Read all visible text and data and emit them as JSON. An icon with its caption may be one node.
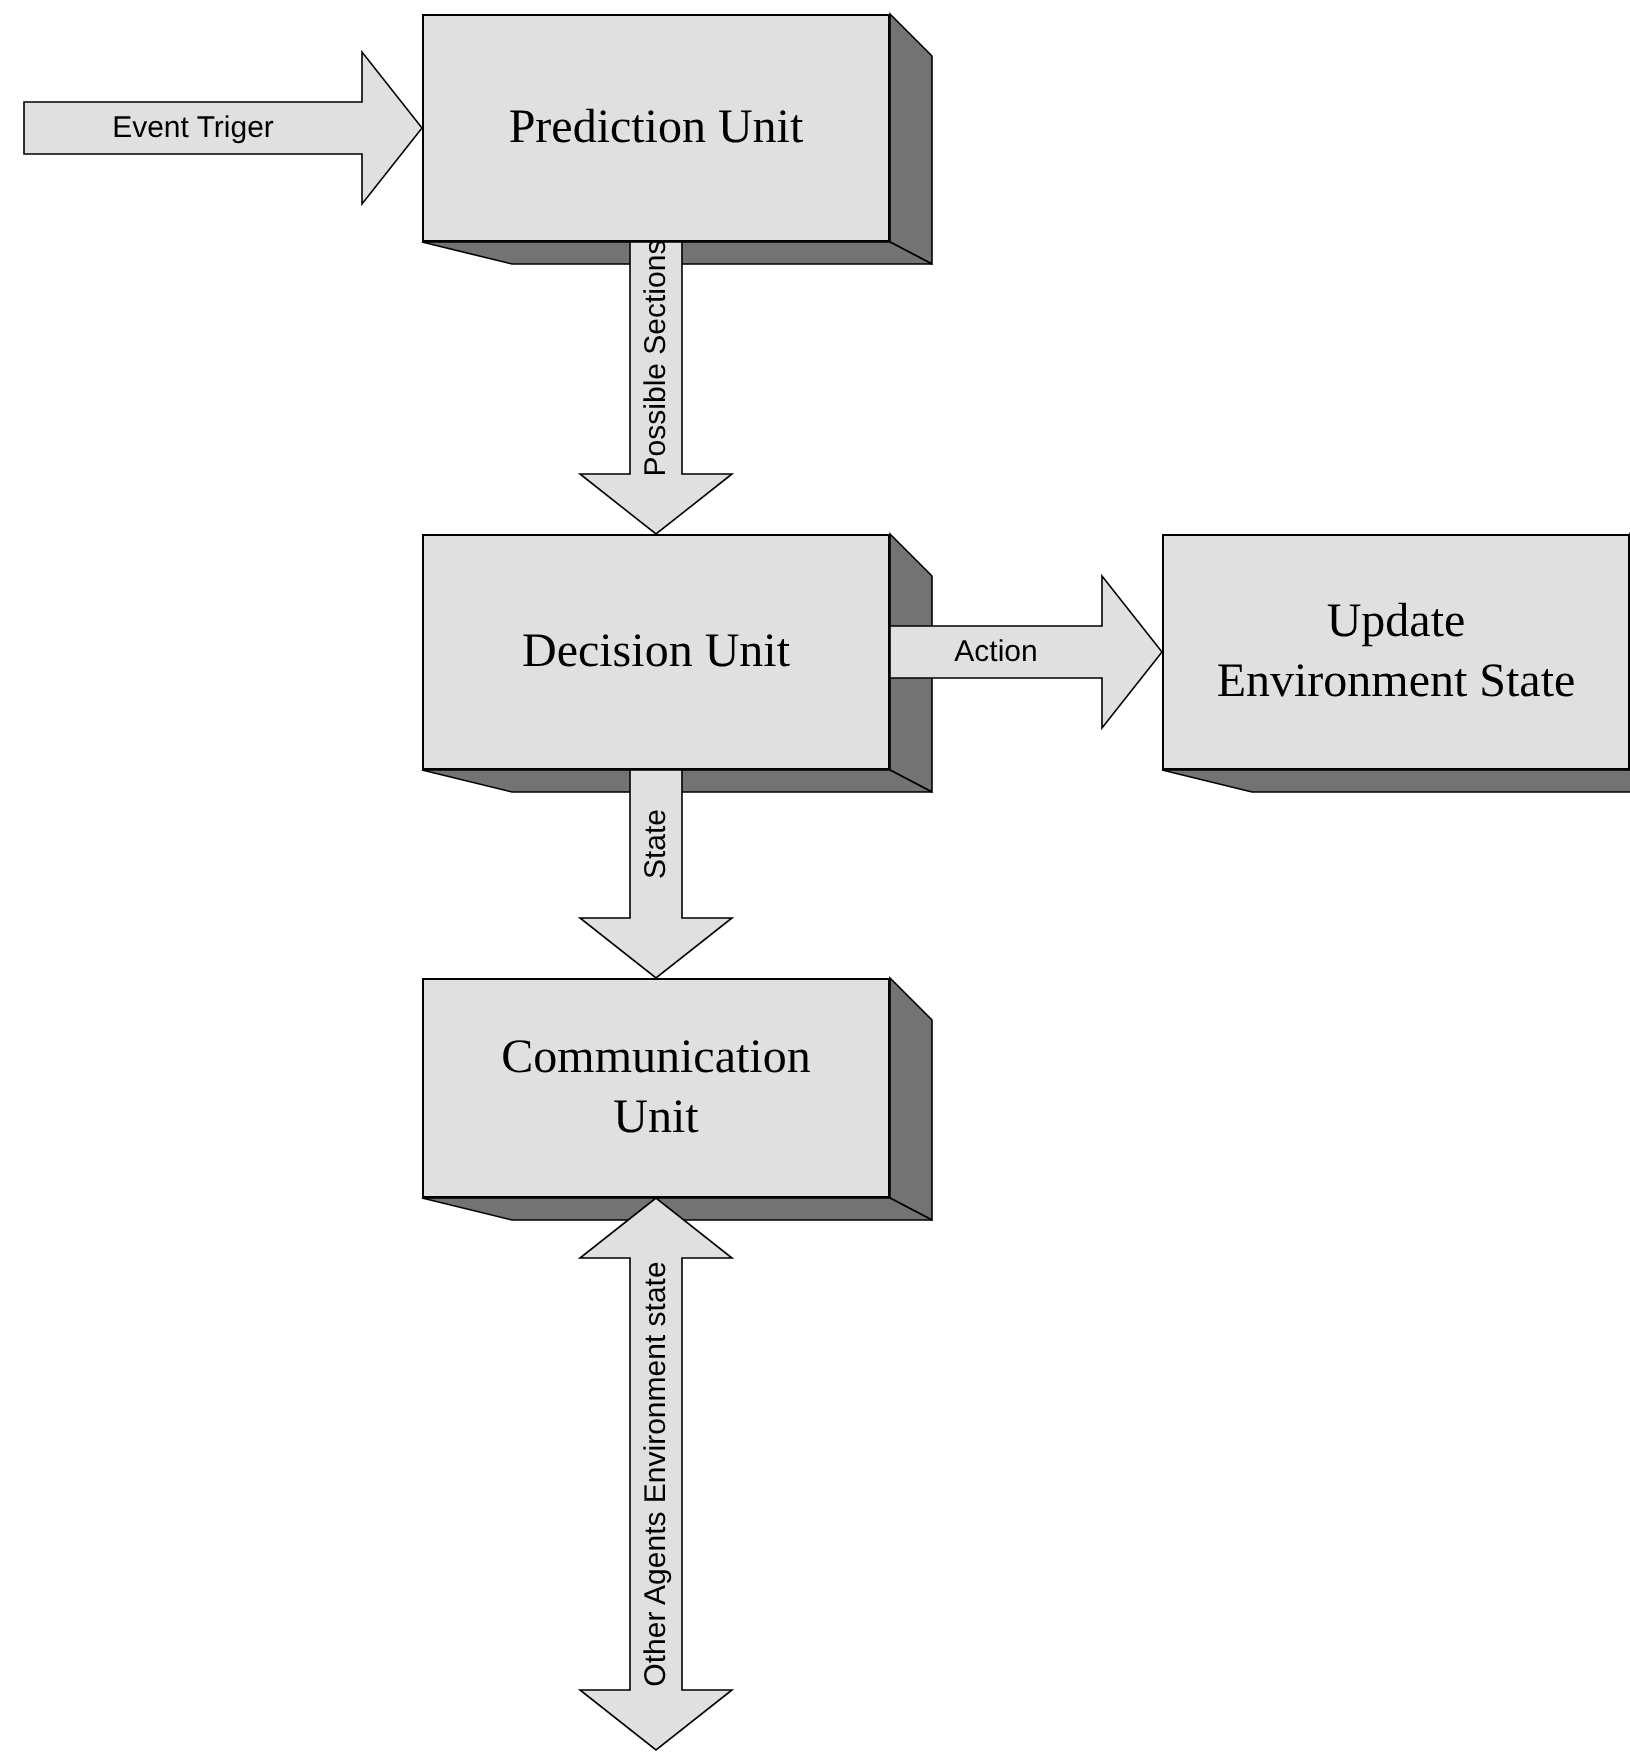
{
  "diagram": {
    "nodes": [
      {
        "text": [
          "Prediction Unit"
        ]
      },
      {
        "text": [
          "Decision Unit"
        ]
      },
      {
        "text": [
          "Update Environment State"
        ]
      },
      {
        "text": [
          "Communication Unit"
        ]
      }
    ],
    "edges": [
      {
        "from": null,
        "to": 0,
        "arrow": "to",
        "label": "Event Triger"
      },
      {
        "from": 0,
        "to": 1,
        "arrow": "to",
        "label": "Possible Sections"
      },
      {
        "from": 1,
        "to": 2,
        "arrow": "to",
        "label": "Action"
      },
      {
        "from": 1,
        "to": 3,
        "arrow": "to",
        "label": "State"
      },
      {
        "from": 3,
        "to": null,
        "arrow": "both",
        "label": "Other Agents Environment state"
      }
    ]
  }
}
